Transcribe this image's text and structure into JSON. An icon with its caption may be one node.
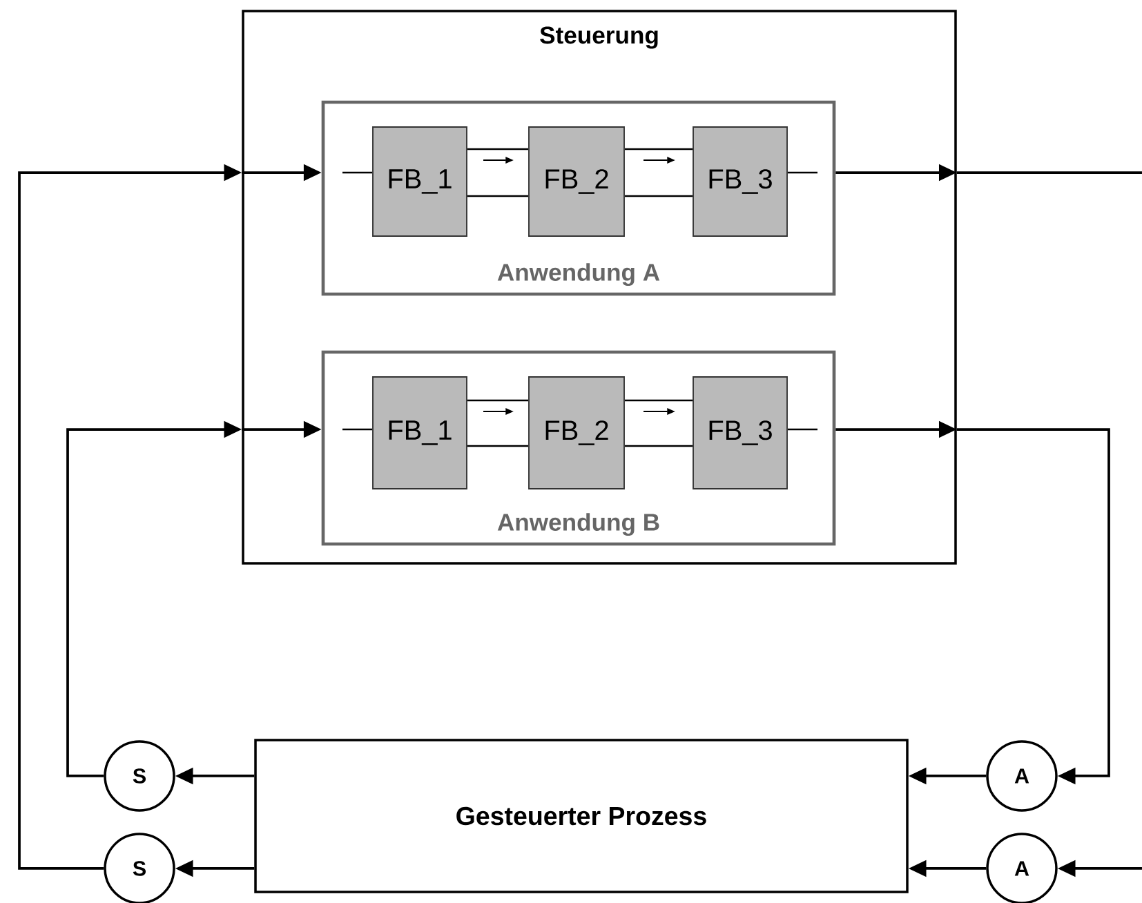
{
  "diagram": {
    "nodes": [
      {
        "text": [
          "Steuerung"
        ]
      },
      {
        "text": [
          "Anwendung A"
        ],
        "in": 0
      },
      {
        "text": [
          "FB_1"
        ],
        "in": 1
      },
      {
        "text": [
          "FB_2"
        ],
        "in": 1
      },
      {
        "text": [
          "FB_3"
        ],
        "in": 1
      },
      {
        "text": [
          "Anwendung B"
        ],
        "in": 0
      },
      {
        "text": [
          "FB_1"
        ],
        "in": 5
      },
      {
        "text": [
          "FB_2"
        ],
        "in": 5
      },
      {
        "text": [
          "FB_3"
        ],
        "in": 5
      },
      {
        "text": [
          "Gesteuerter Prozess"
        ]
      },
      {
        "text": [
          "S"
        ]
      },
      {
        "text": [
          "S"
        ]
      },
      {
        "text": [
          "A"
        ]
      },
      {
        "text": [
          "A"
        ]
      }
    ],
    "edges": [
      {
        "from": 9,
        "to": 10,
        "arrow": "to"
      },
      {
        "from": 9,
        "to": 11,
        "arrow": "to"
      },
      {
        "from": 12,
        "to": 9,
        "arrow": "to"
      },
      {
        "from": 13,
        "to": 9,
        "arrow": "to"
      },
      {
        "from": 10,
        "to": 0,
        "arrow": "to"
      },
      {
        "from": 11,
        "to": 0,
        "arrow": "to"
      },
      {
        "from": 0,
        "to": 1,
        "arrow": "to"
      },
      {
        "from": 0,
        "to": 5,
        "arrow": "to"
      },
      {
        "from": 1,
        "to": 0,
        "arrow": "to"
      },
      {
        "from": 0,
        "to": null,
        "arrow": "none"
      },
      {
        "from": 5,
        "to": 0,
        "arrow": "to"
      },
      {
        "from": 0,
        "to": 12,
        "arrow": "to"
      },
      {
        "from": null,
        "to": 13,
        "arrow": "to"
      },
      {
        "from": 2,
        "to": 3,
        "arrow": "none"
      },
      {
        "from": 2,
        "to": 3,
        "arrow": "none"
      },
      {
        "from": 3,
        "to": 4,
        "arrow": "none"
      },
      {
        "from": 3,
        "to": 4,
        "arrow": "none"
      },
      {
        "from": null,
        "to": 2,
        "arrow": "none"
      },
      {
        "from": 4,
        "to": null,
        "arrow": "none"
      },
      {
        "from": 6,
        "to": 7,
        "arrow": "none"
      },
      {
        "from": 6,
        "to": 7,
        "arrow": "none"
      },
      {
        "from": 7,
        "to": 8,
        "arrow": "none"
      },
      {
        "from": 7,
        "to": 8,
        "arrow": "none"
      },
      {
        "from": null,
        "to": 6,
        "arrow": "none"
      },
      {
        "from": 8,
        "to": null,
        "arrow": "none"
      }
    ]
  }
}
